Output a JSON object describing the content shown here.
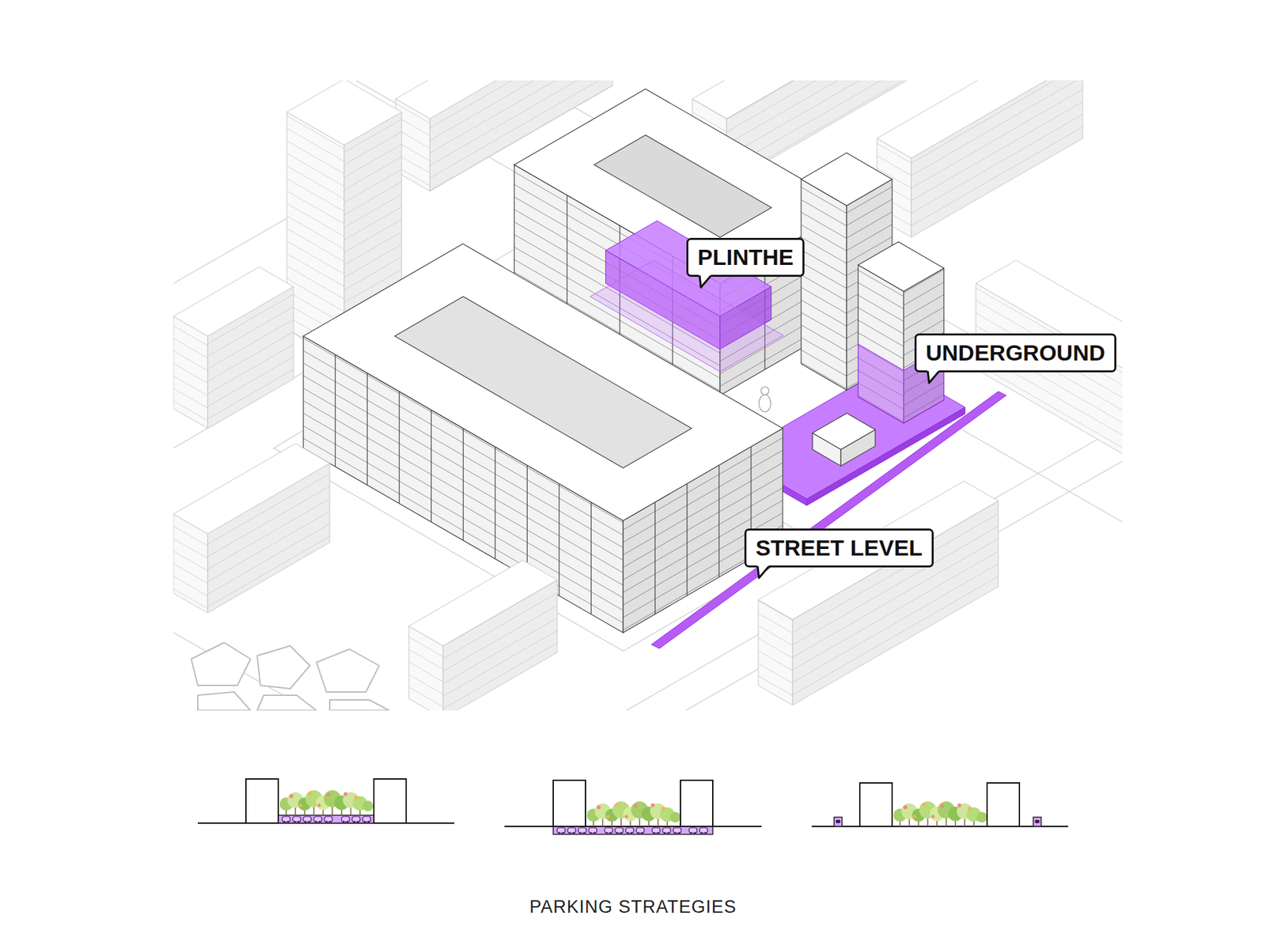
{
  "diagram": {
    "caption": "PARKING STRATEGIES",
    "nodes": [
      {
        "text": [
          "PLINTHE"
        ]
      },
      {
        "text": [
          "UNDERGROUND"
        ]
      },
      {
        "text": [
          "STREET LEVEL"
        ]
      }
    ]
  }
}
